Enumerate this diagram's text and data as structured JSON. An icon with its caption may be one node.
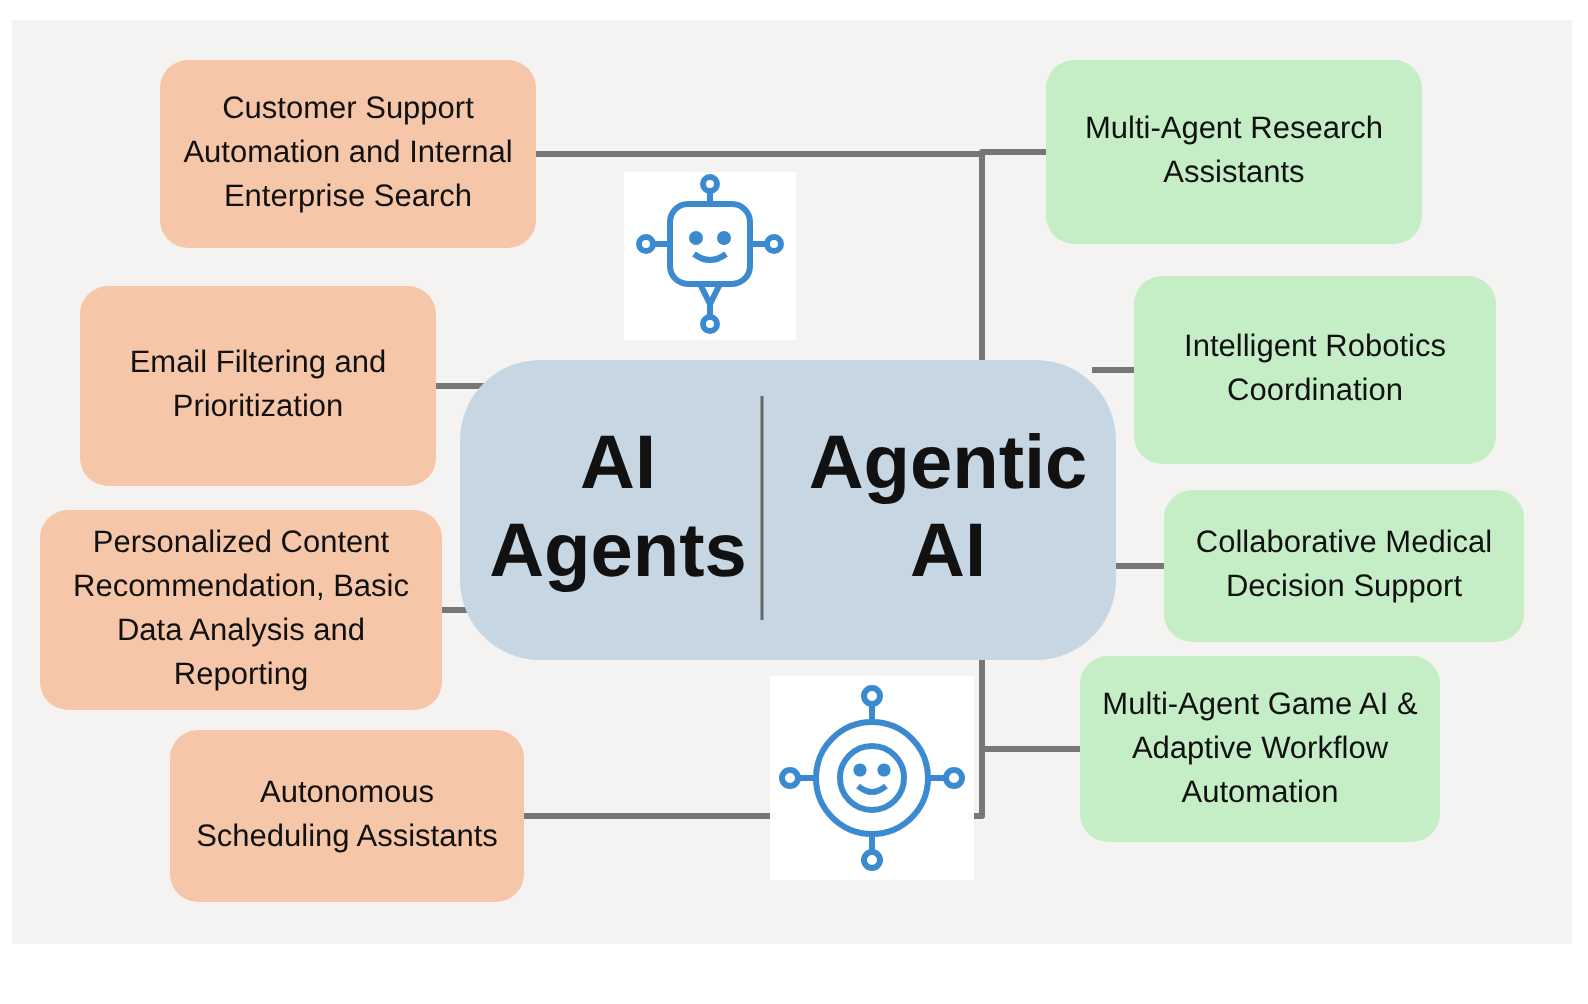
{
  "diagram": {
    "nodes": [
      {
        "text": [
          "AI Agents",
          "Agentic AI"
        ]
      },
      {
        "text": [
          "Customer Support Automation and Internal Enterprise Search"
        ]
      },
      {
        "text": [
          "Email Filtering and Prioritization"
        ]
      },
      {
        "text": [
          "Personalized Content Recommendation, Basic Data Analysis and Reporting"
        ]
      },
      {
        "text": [
          "Autonomous Scheduling Assistants"
        ]
      },
      {
        "text": [
          "Multi-Agent Research Assistants"
        ]
      },
      {
        "text": [
          "Intelligent Robotics Coordination"
        ]
      },
      {
        "text": [
          "Collaborative Medical Decision Support"
        ]
      },
      {
        "text": [
          "Multi-Agent Game AI & Adaptive Workflow Automation"
        ]
      }
    ],
    "edges": [
      {
        "from": 0,
        "to": 1,
        "arrow": "none"
      },
      {
        "from": 0,
        "to": 2,
        "arrow": "none"
      },
      {
        "from": 0,
        "to": 3,
        "arrow": "none"
      },
      {
        "from": 0,
        "to": 4,
        "arrow": "none"
      },
      {
        "from": 0,
        "to": 5,
        "arrow": "none"
      },
      {
        "from": 0,
        "to": 6,
        "arrow": "none"
      },
      {
        "from": 0,
        "to": 7,
        "arrow": "none"
      },
      {
        "from": 0,
        "to": 8,
        "arrow": "none"
      }
    ]
  }
}
